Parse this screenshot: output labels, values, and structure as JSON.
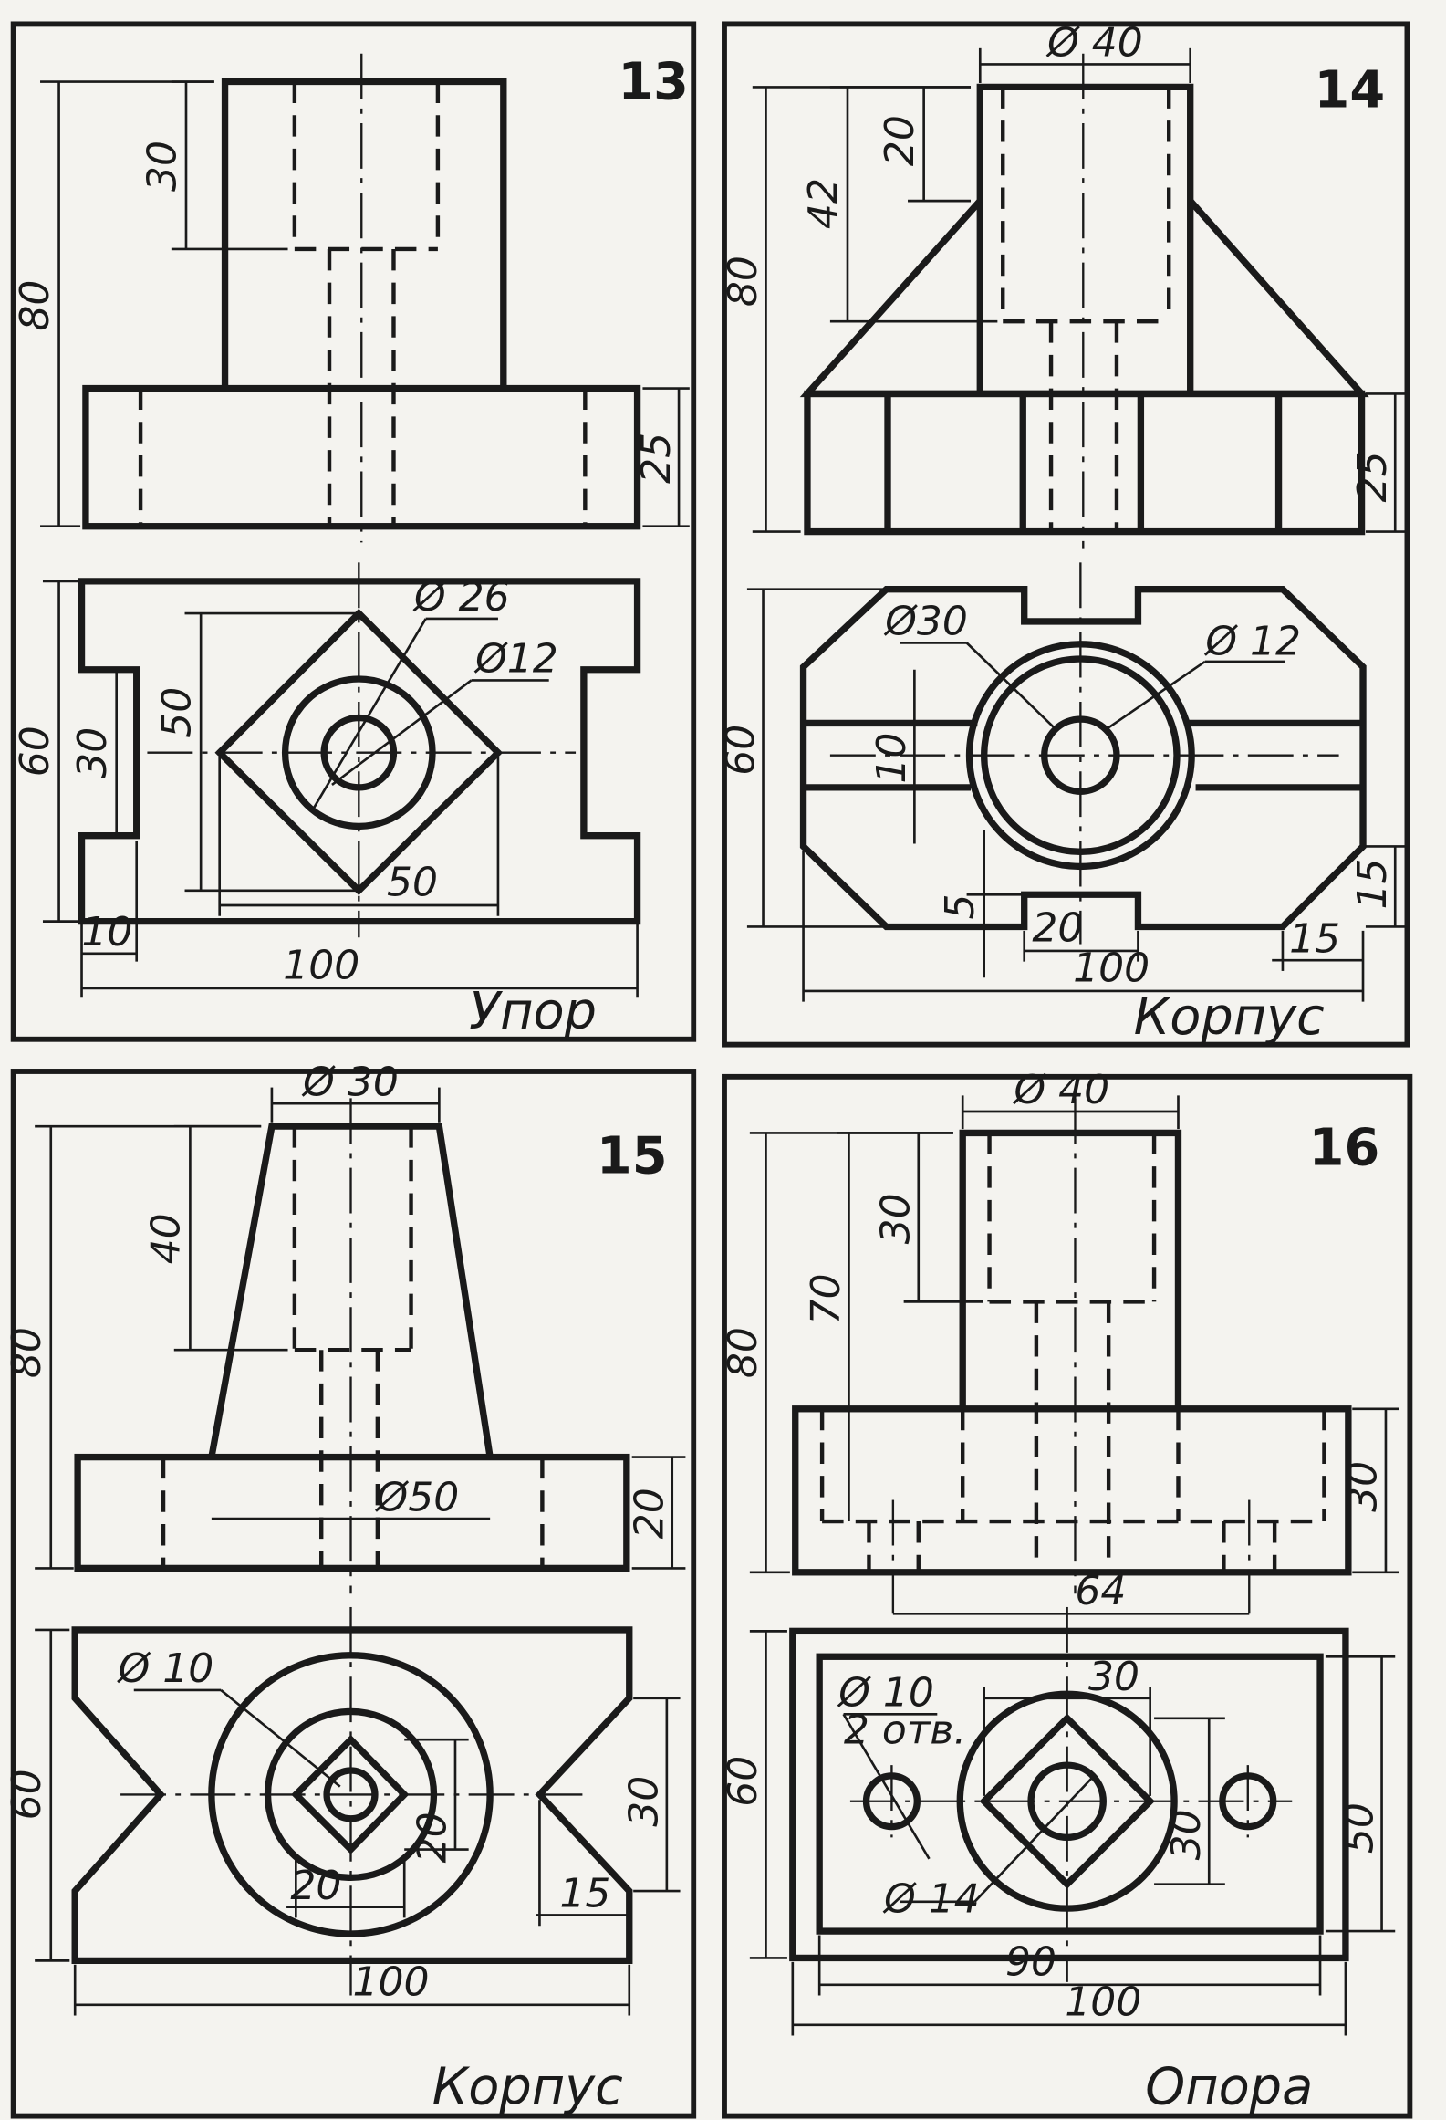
{
  "drawings": [
    {
      "number": "13",
      "title": "Упор",
      "dims": {
        "d30": "30",
        "d80": "80",
        "d25": "25",
        "d60": "60",
        "d30b": "30",
        "d50v": "50",
        "phi26": "Ø 26",
        "phi12": "Ø12",
        "d50h": "50",
        "d10": "10",
        "d100": "100"
      }
    },
    {
      "number": "14",
      "title": "Корпус",
      "dims": {
        "phi40": "Ø 40",
        "d20": "20",
        "d42": "42",
        "d80": "80",
        "d25": "25",
        "d60": "60",
        "phi30": "Ø30",
        "phi12": "Ø 12",
        "d10": "10",
        "d5": "5",
        "d20b": "20",
        "d15v": "15",
        "d15h": "15",
        "d100": "100"
      }
    },
    {
      "number": "15",
      "title": "Корпус",
      "dims": {
        "phi30": "Ø 30",
        "d40": "40",
        "d80": "80",
        "phi50": "Ø50",
        "d20": "20",
        "phi10": "Ø 10",
        "d60": "60",
        "d30": "30",
        "d20v": "20",
        "d20h": "20",
        "d15": "15",
        "d100": "100"
      }
    },
    {
      "number": "16",
      "title": "Опора",
      "dims": {
        "phi40": "Ø 40",
        "d30": "30",
        "d70": "70",
        "d80": "80",
        "d30b": "30",
        "d64": "64",
        "phi10": "Ø 10",
        "holes": "2 отв.",
        "d30top": "30",
        "d60": "60",
        "d30v": "30",
        "d50": "50",
        "phi14": "Ø 14",
        "d90": "90",
        "d100": "100"
      }
    }
  ]
}
